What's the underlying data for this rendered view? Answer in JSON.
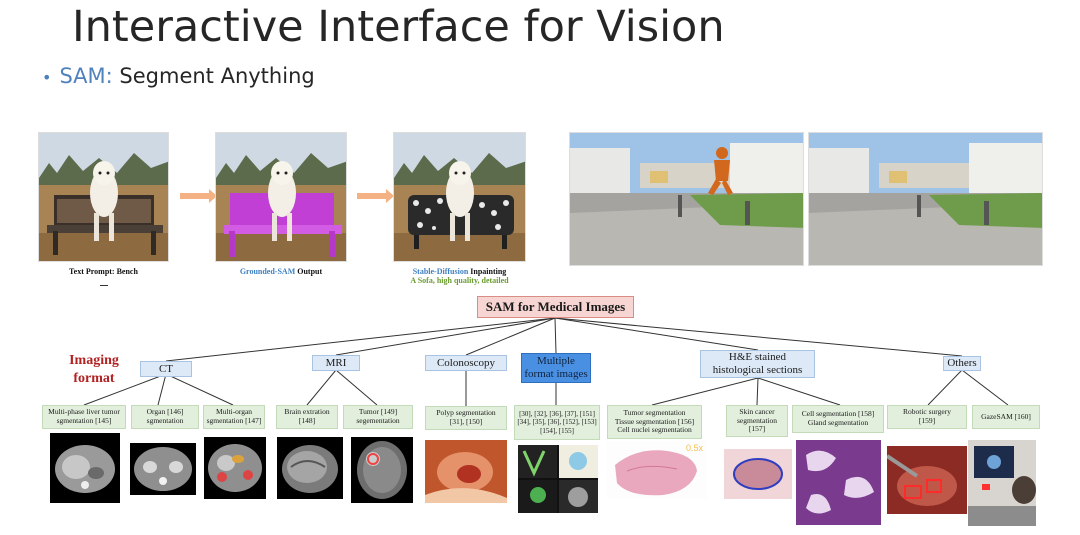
{
  "slide": {
    "title": "Interactive Interface for Vision",
    "bullet_keyword": "SAM:",
    "bullet_rest": "Segment Anything"
  },
  "pipeline": {
    "captions": {
      "text_prompt": "Text Prompt: Bench",
      "grounded_blue": "Grounded-SAM",
      "grounded_rest": "Output",
      "stable_blue": "Stable-Diffusion",
      "stable_rest": "Inpainting",
      "stable_prompt": "A Sofa, high quality, detailed"
    }
  },
  "tree": {
    "root": "SAM for Medical Images",
    "imaging_label": [
      "Imaging",
      "format"
    ],
    "categories": {
      "ct": "CT",
      "mri": "MRI",
      "colonoscopy": "Colonoscopy",
      "multiple": [
        "Multiple",
        "format images"
      ],
      "he": [
        "H&E stained",
        "histological sections"
      ],
      "others": "Others"
    },
    "leaves": {
      "liver": [
        "Multi-phase liver tumor",
        "sgmentation [145]"
      ],
      "organ": [
        "Organ [146]",
        "sgmentation"
      ],
      "multiorgan": [
        "Multi-organ",
        "sgmentation [147]"
      ],
      "brain": [
        "Brain extration",
        "[148]"
      ],
      "tumor_mri": [
        "Tumor [149]",
        "segementation"
      ],
      "polyp": [
        "Polyp segmentation",
        "[31], [150]"
      ],
      "multiple_refs": [
        "[30], [32], [36], [37], [151]",
        "[34], [35], [36], [152], [153]",
        "[154], [155]"
      ],
      "tumor_he": [
        "Tumor segmentation",
        "Tissue segmentation [156]",
        "Cell nuclei segmentation"
      ],
      "skin": [
        "Skin cancer",
        "segmentation",
        "[157]"
      ],
      "cell": [
        "Cell segmentation [158]",
        "Gland segmentation"
      ],
      "robotic": [
        "Robotic surgery",
        "[159]"
      ],
      "gaze": "GazeSAM [160]"
    },
    "zoom_label": "0.5x"
  },
  "colors": {
    "accent_blue": "#4f81bd",
    "root_fill": "#f6d5d2",
    "category_fill": "#dde9f7",
    "selected_fill": "#4a90e2",
    "leaf_fill": "#e2efdd",
    "imaging_red": "#b32222",
    "arrow_orange": "#f4b183"
  }
}
